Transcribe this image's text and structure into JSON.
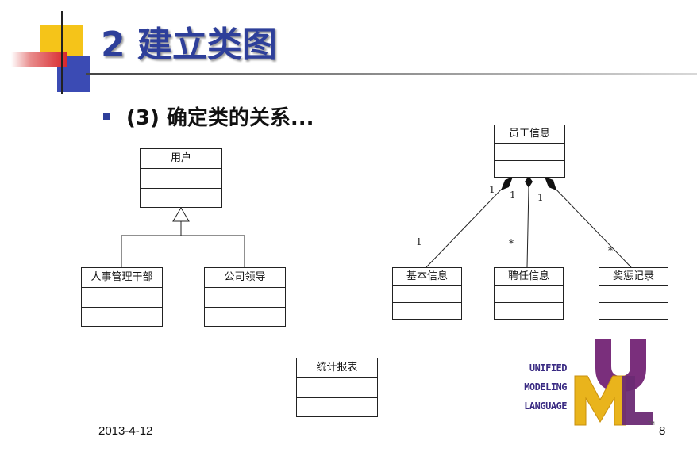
{
  "slide": {
    "title": "2 建立类图",
    "bullet": "(3) 确定类的关系...",
    "date": "2013-4-12",
    "page": "8"
  },
  "classes": [
    {
      "id": "yonghu",
      "name": "用户"
    },
    {
      "id": "renshi",
      "name": "人事管理干部"
    },
    {
      "id": "gongsi",
      "name": "公司领导"
    },
    {
      "id": "tongji",
      "name": "统计报表"
    },
    {
      "id": "yuangong",
      "name": "员工信息"
    },
    {
      "id": "jiben",
      "name": "基本信息"
    },
    {
      "id": "pinren",
      "name": "聘任信息"
    },
    {
      "id": "jiangcheng",
      "name": "奖惩记录"
    }
  ],
  "relations": {
    "generalization": {
      "parent": "用户",
      "children": [
        "人事管理干部",
        "公司领导"
      ]
    },
    "compositions": [
      {
        "whole": "员工信息",
        "part": "基本信息",
        "whole_multiplicity": "1",
        "part_multiplicity": "1"
      },
      {
        "whole": "员工信息",
        "part": "聘任信息",
        "whole_multiplicity": "1",
        "part_multiplicity": "*"
      },
      {
        "whole": "员工信息",
        "part": "奖惩记录",
        "whole_multiplicity": "1",
        "part_multiplicity": "*"
      }
    ]
  },
  "logo": {
    "lines": [
      "UNIFIED",
      "MODELING",
      "LANGUAGE"
    ],
    "letters": "UML",
    "mark": "TM",
    "colors": {
      "u": "#7a2f7c",
      "m": "#e9b41c",
      "l": "#6b2b74",
      "text": "#3a2b83"
    }
  },
  "colors": {
    "title": "#2e3f9a",
    "deco_yellow": "#f5c419",
    "deco_blue": "#3b4bb4",
    "deco_red": "#d9262c"
  }
}
